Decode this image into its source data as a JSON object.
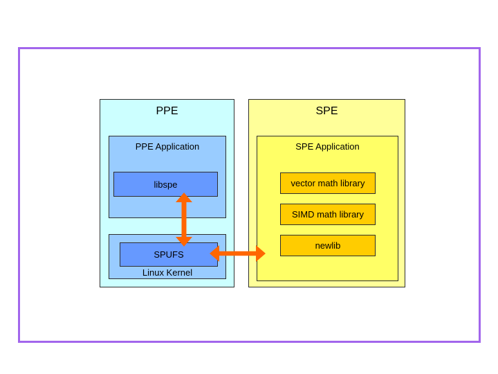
{
  "colors": {
    "frame_border": "#a266ec",
    "ppe_outer": "#ccffff",
    "ppe_inner": "#99ccff",
    "ppe_component": "#6699ff",
    "spe_outer": "#ffff99",
    "spe_inner": "#ffff66",
    "spe_component": "#ffcc00",
    "arrow": "#ff6600"
  },
  "diagram": {
    "ppe": {
      "title": "PPE",
      "application": {
        "title": "PPE Application",
        "component": "libspe"
      },
      "kernel": {
        "title": "Linux Kernel",
        "component": "SPUFS"
      }
    },
    "spe": {
      "title": "SPE",
      "application": {
        "title": "SPE Application",
        "libraries": [
          "vector math library",
          "SIMD math library",
          "newlib"
        ]
      }
    },
    "arrows": [
      {
        "name": "libspe-spufs",
        "type": "vertical-double-headed"
      },
      {
        "name": "spufs-spe-application",
        "type": "horizontal-double-headed"
      }
    ]
  }
}
